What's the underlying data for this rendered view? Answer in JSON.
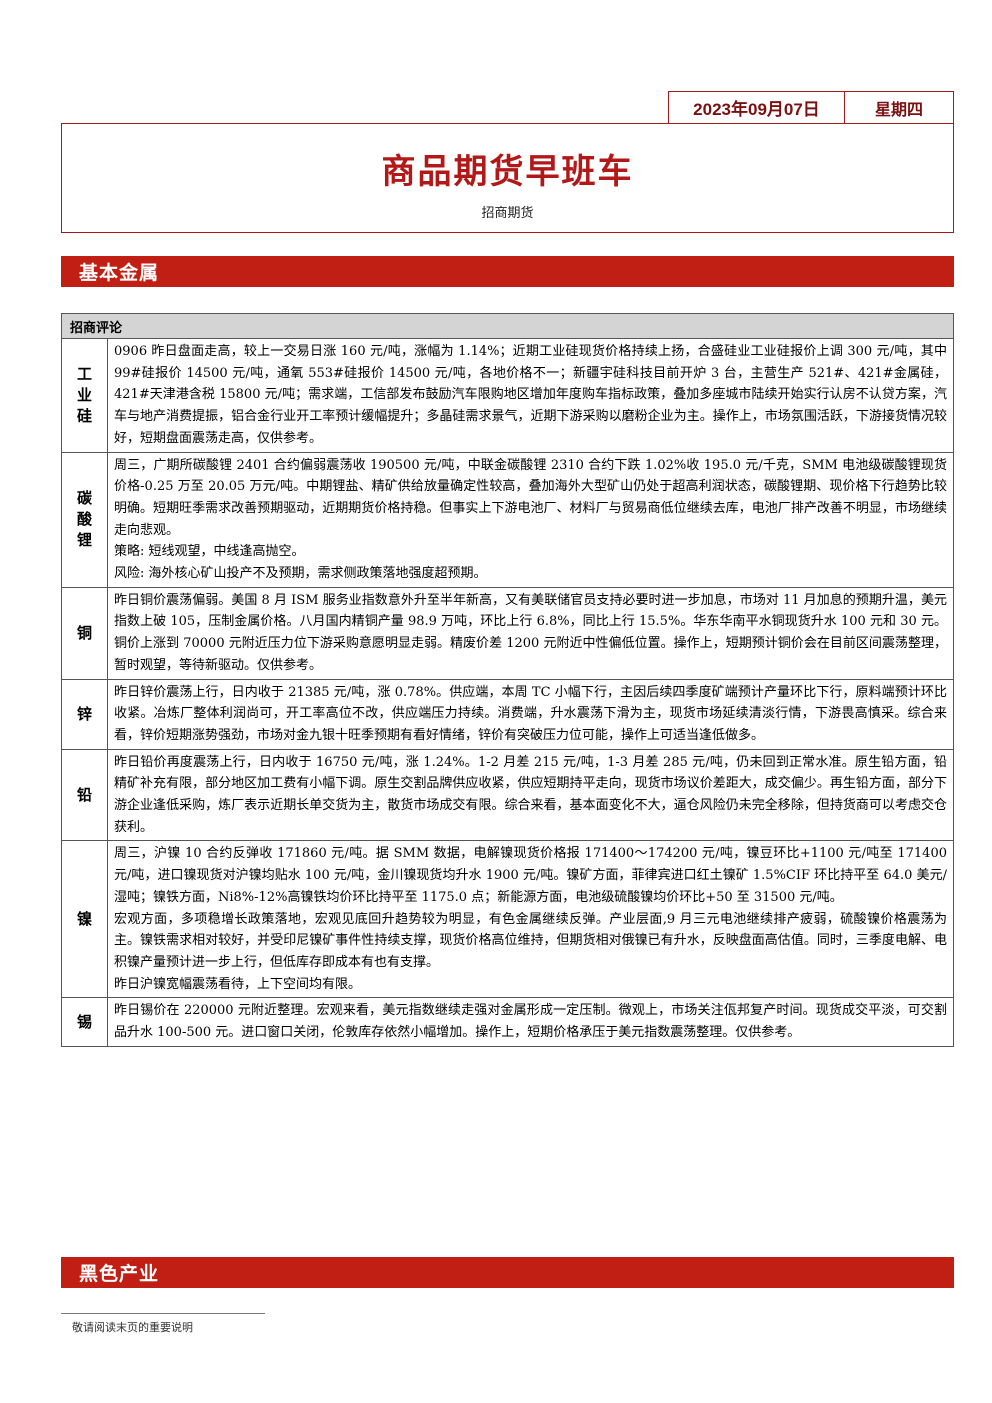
{
  "header": {
    "date": "2023年09月07日",
    "weekday": "星期四",
    "title": "商品期货早班车",
    "subtitle": "招商期货"
  },
  "sections": {
    "base_metals": "基本金属",
    "ferrous": "黑色产业"
  },
  "commentary": {
    "header": "招商评论",
    "rows": [
      {
        "label": [
          "工",
          "业",
          "硅"
        ],
        "paragraphs": [
          "0906 昨日盘面走高，较上一交易日涨 160 元/吨，涨幅为 1.14%；近期工业硅现货价格持续上扬，合盛硅业工业硅报价上调 300 元/吨，其中 99#硅报价 14500 元/吨，通氧 553#硅报价 14500 元/吨，各地价格不一；新疆宇硅科技目前开炉 3 台，主营生产 521#、421#金属硅，421#天津港含税 15800 元/吨；需求端，工信部发布鼓励汽车限购地区增加年度购车指标政策，叠加多座城市陆续开始实行认房不认贷方案，汽车与地产消费提振，铝合金行业开工率预计缓幅提升；多晶硅需求景气，近期下游采购以磨粉企业为主。操作上，市场氛围活跃，下游接货情况较好，短期盘面震荡走高，仅供参考。"
        ]
      },
      {
        "label": [
          "碳",
          "酸",
          "锂"
        ],
        "paragraphs": [
          "周三，广期所碳酸锂 2401 合约偏弱震荡收 190500 元/吨，中联金碳酸锂 2310 合约下跌 1.02%收 195.0 元/千克，SMM 电池级碳酸锂现货价格-0.25 万至 20.05 万元/吨。中期锂盐、精矿供给放量确定性较高，叠加海外大型矿山仍处于超高利润状态，碳酸锂期、现价格下行趋势比较明确。短期旺季需求改善预期驱动，近期期货价格持稳。但事实上下游电池厂、材料厂与贸易商低位继续去库，电池厂排产改善不明显，市场继续走向悲观。",
          "策略: 短线观望，中线逢高抛空。",
          "风险: 海外核心矿山投产不及预期，需求侧政策落地强度超预期。"
        ]
      },
      {
        "label": [
          "铜"
        ],
        "paragraphs": [
          "昨日铜价震荡偏弱。美国 8 月 ISM 服务业指数意外升至半年新高，又有美联储官员支持必要时进一步加息，市场对 11 月加息的预期升温，美元指数上破 105，压制金属价格。八月国内精铜产量 98.9 万吨，环比上行 6.8%，同比上行 15.5%。华东华南平水铜现货升水 100 元和 30 元。铜价上涨到 70000 元附近压力位下游采购意愿明显走弱。精废价差 1200 元附近中性偏低位置。操作上，短期预计铜价会在目前区间震荡整理，暂时观望，等待新驱动。仅供参考。"
        ]
      },
      {
        "label": [
          "锌"
        ],
        "paragraphs": [
          "昨日锌价震荡上行，日内收于 21385 元/吨，涨 0.78%。供应端，本周 TC 小幅下行，主因后续四季度矿端预计产量环比下行，原料端预计环比收紧。冶炼厂整体利润尚可，开工率高位不改，供应端压力持续。消费端，升水震荡下滑为主，现货市场延续清淡行情，下游畏高慎采。综合来看，锌价短期涨势强劲，市场对金九银十旺季预期有看好情绪，锌价有突破压力位可能，操作上可适当逢低做多。"
        ]
      },
      {
        "label": [
          "铅"
        ],
        "paragraphs": [
          "昨日铅价再度震荡上行，日内收于 16750 元/吨，涨 1.24%。1-2 月差 215 元/吨，1-3 月差 285 元/吨，仍未回到正常水准。原生铅方面，铅精矿补充有限，部分地区加工费有小幅下调。原生交割品牌供应收紧，供应短期持平走向，现货市场议价差距大，成交偏少。再生铅方面，部分下游企业逢低采购，炼厂表示近期长单交货为主，散货市场成交有限。综合来看，基本面变化不大，逼仓风险仍未完全移除，但持货商可以考虑交仓获利。"
        ]
      },
      {
        "label": [
          "镍"
        ],
        "paragraphs": [
          "周三，沪镍 10 合约反弹收 171860 元/吨。据 SMM 数据，电解镍现货价格报 171400～174200 元/吨，镍豆环比+1100 元/吨至 171400 元/吨，进口镍现货对沪镍均贴水 100 元/吨，金川镍现货均升水 1900 元/吨。镍矿方面，菲律宾进口红土镍矿 1.5%CIF 环比持平至 64.0 美元/湿吨；镍铁方面，Ni8%-12%高镍铁均价环比持平至 1175.0 点；新能源方面，电池级硫酸镍均价环比+50 至 31500 元/吨。",
          "宏观方面，多项稳增长政策落地，宏观见底回升趋势较为明显，有色金属继续反弹。产业层面,9 月三元电池继续排产疲弱，硫酸镍价格震荡为主。镍铁需求相对较好，并受印尼镍矿事件性持续支撑，现货价格高位维持，但期货相对俄镍已有升水，反映盘面高估值。同时，三季度电解、电积镍产量预计进一步上行，但低库存即成本有也有支撑。",
          "昨日沪镍宽幅震荡看待，上下空间均有限。"
        ]
      },
      {
        "label": [
          "锡"
        ],
        "paragraphs": [
          "昨日锡价在 220000 元附近整理。宏观来看，美元指数继续走强对金属形成一定压制。微观上，市场关注佤邦复产时间。现货成交平淡，可交割品升水 100-500 元。进口窗口关闭，伦敦库存依然小幅增加。操作上，短期价格承压于美元指数震荡整理。仅供参考。"
        ]
      }
    ]
  },
  "footer": {
    "note": "敬请阅读末页的重要说明"
  },
  "colors": {
    "accent": "#c11f14",
    "title": "#b21818",
    "border": "#a01c1c"
  }
}
